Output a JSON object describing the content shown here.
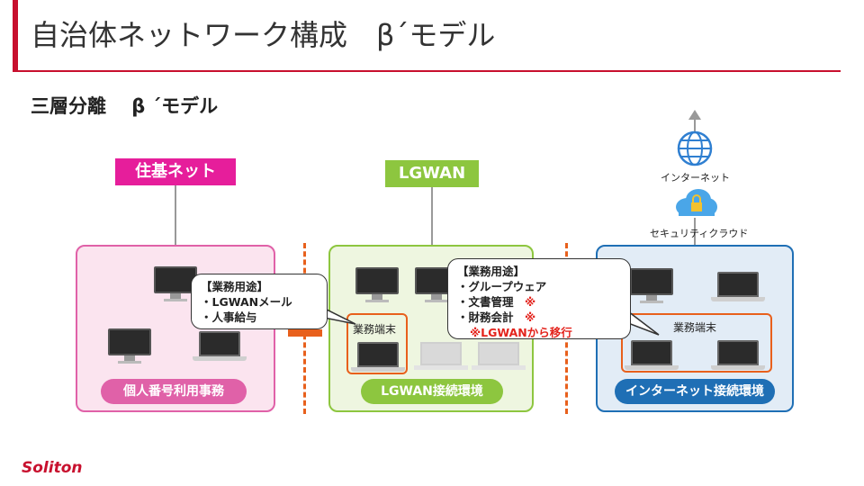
{
  "slide": {
    "title": "自治体ネットワーク構成　β´モデル",
    "subtitle": "三層分離　 β ´モデル"
  },
  "networks": {
    "juki": "住基ネット",
    "lgwan": "LGWAN"
  },
  "zones": {
    "kojin": "個人番号利用事務",
    "lgwan_env": "LGWAN接続環境",
    "internet_env": "インターネット接続環境"
  },
  "cloud": {
    "internet": "インターネット",
    "security_cloud": "セキュリティクラウド"
  },
  "terminals": {
    "lgwan_terminal": "業務端末",
    "internet_terminal": "業務端末"
  },
  "callout_left": {
    "heading": "【業務用途】",
    "items": [
      "LGWANメール",
      "人事給与"
    ]
  },
  "callout_right": {
    "heading": "【業務用途】",
    "items": [
      "グループウェア",
      "文書管理　※",
      "財務会計　※"
    ],
    "note": "※LGWANから移行"
  },
  "colors": {
    "accent": "#c8102e",
    "juki": "#e61e9b",
    "lgwan": "#8dc63f",
    "internet": "#1f6fb5",
    "orange": "#e8601c"
  },
  "footer": {
    "logo": "Soliton"
  }
}
